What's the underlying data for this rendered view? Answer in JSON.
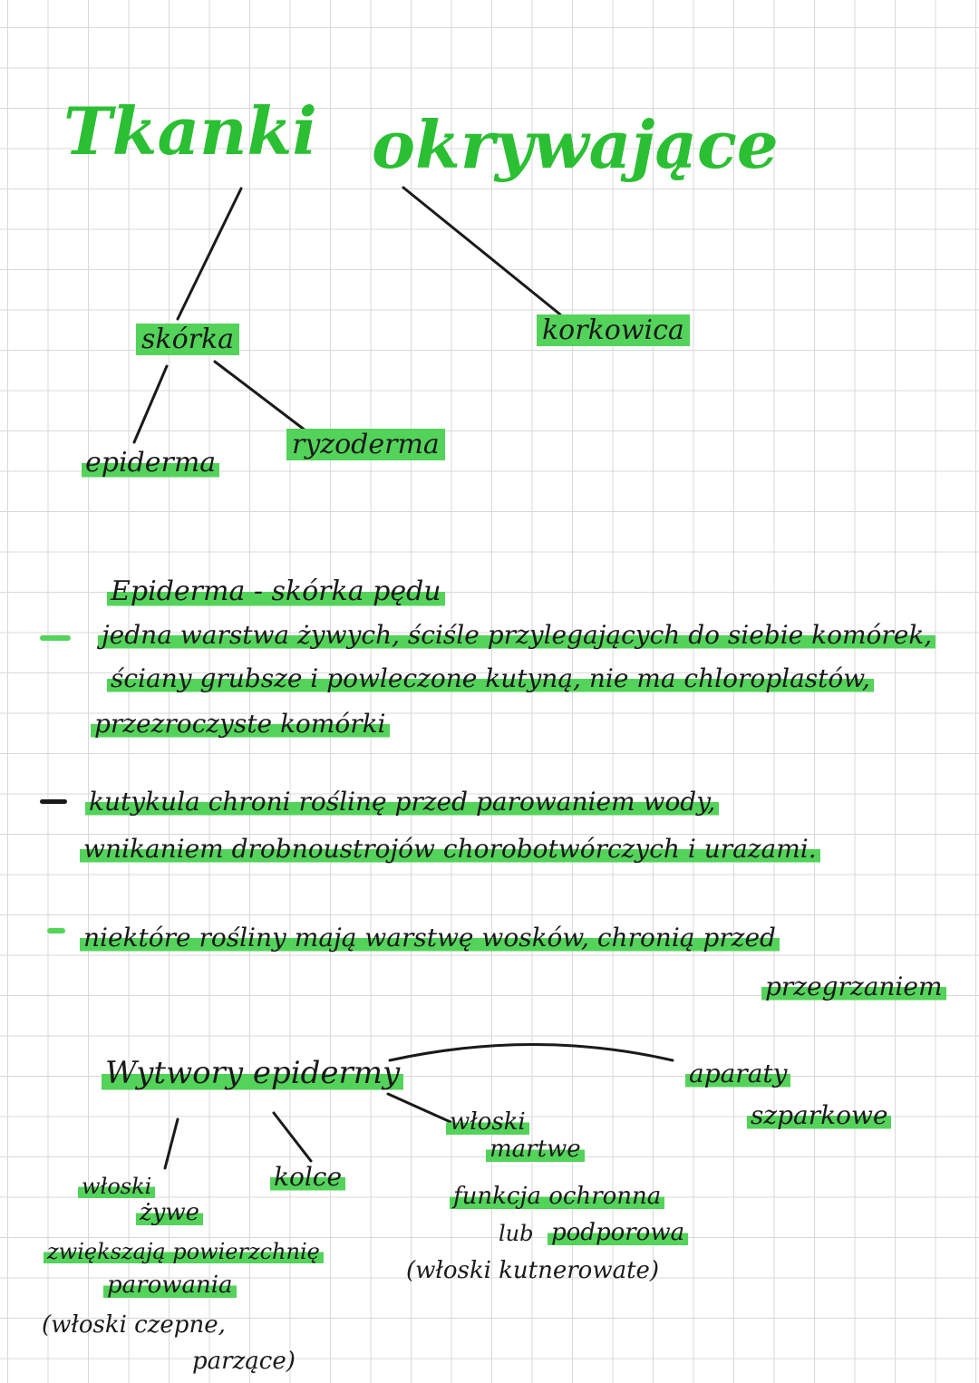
{
  "title": {
    "word1": "Tkanki",
    "word2": "okrywające"
  },
  "tree": {
    "skorka": "skórka",
    "korkowica": "korkowica",
    "epiderma": "epiderma",
    "ryzoderma": "ryzoderma"
  },
  "epiderma_section": {
    "heading": "Epiderma - skórka pędu",
    "bullet1": {
      "line1": "jedna warstwa żywych, ściśle przylegających do siebie komórek,",
      "line2": "ściany grubsze i powleczone kutyną, nie ma chloroplastów,",
      "line3": "przezroczyste komórki"
    },
    "bullet2": {
      "line1": "kutykula chroni roślinę przed parowaniem wody,",
      "line2": "wnikaniem drobnoustrojów chorobotwórczych i urazami."
    },
    "bullet3": {
      "line1": "niektóre rośliny mają warstwę wosków, chronią przed",
      "line2": "przegrzaniem"
    }
  },
  "wytwory": {
    "heading": "Wytwory epidermy",
    "aparaty": {
      "line1": "aparaty",
      "line2": "szparkowe"
    },
    "martwe": {
      "line1": "włoski",
      "line2": "martwe",
      "line3": "funkcja ochronna",
      "line4_prefix": "lub",
      "line4": "podporowa",
      "line5": "(włoski kutnerowate)"
    },
    "kolce": "kolce",
    "zywe": {
      "line1": "włoski",
      "line2": "żywe",
      "line3": "zwiększają powierzchnię",
      "line4": "parowania",
      "line5": "(włoski czepne,",
      "line6": "parzące)"
    }
  },
  "colors": {
    "highlight": "#53d35a",
    "title": "#2bbf33",
    "ink": "#1a1a1a"
  }
}
